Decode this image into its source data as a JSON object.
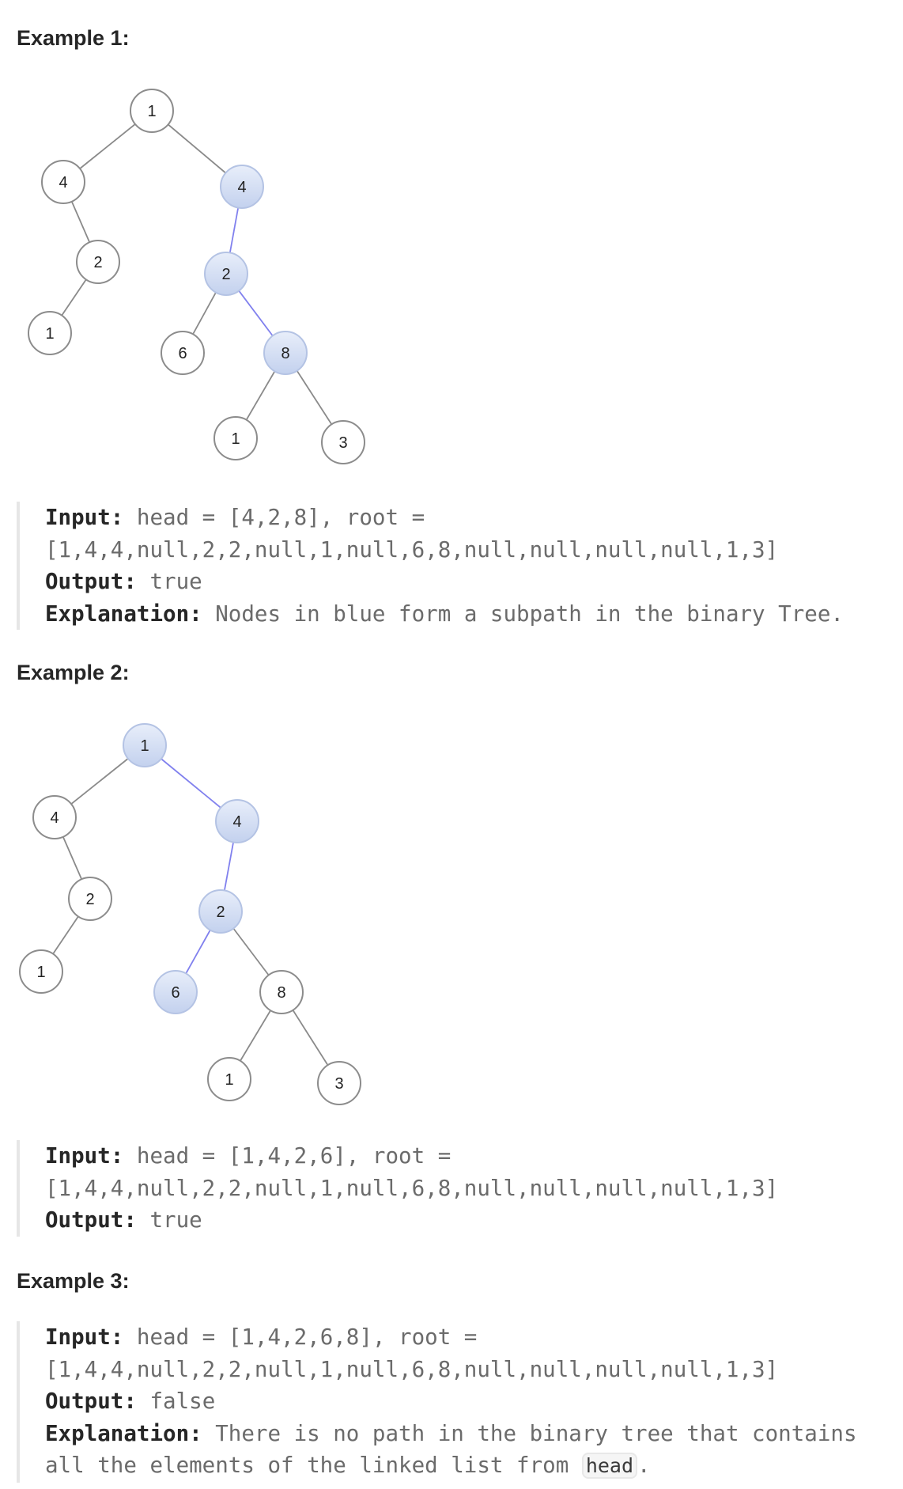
{
  "colors": {
    "edge": "#8a8a8a",
    "highlight_edge": "#8080ee",
    "node_stroke": "#8c8c8c",
    "highlight_fill_top": "#e8eefa",
    "highlight_fill_bottom": "#c3d1ee"
  },
  "examples": [
    {
      "title": "Example 1:",
      "tree": {
        "nodes": [
          {
            "id": "a",
            "label": "1"
          },
          {
            "id": "b",
            "label": "4"
          },
          {
            "id": "c",
            "label": "4",
            "hl": true
          },
          {
            "id": "d",
            "label": "2"
          },
          {
            "id": "e",
            "label": "2",
            "hl": true
          },
          {
            "id": "f",
            "label": "1"
          },
          {
            "id": "g",
            "label": "6"
          },
          {
            "id": "h",
            "label": "8",
            "hl": true
          },
          {
            "id": "i",
            "label": "1"
          },
          {
            "id": "j",
            "label": "3"
          }
        ],
        "edges": [
          [
            "a",
            "b"
          ],
          [
            "a",
            "c"
          ],
          [
            "b",
            "d"
          ],
          [
            "d",
            "f"
          ],
          [
            "c",
            "e",
            true
          ],
          [
            "e",
            "g"
          ],
          [
            "e",
            "h",
            true
          ],
          [
            "h",
            "i"
          ],
          [
            "h",
            "j"
          ]
        ]
      },
      "input_label": "Input:",
      "input_line1": " head = [4,2,8], root =",
      "input_line2": "[1,4,4,null,2,2,null,1,null,6,8,null,null,null,null,1,3]",
      "output_label": "Output:",
      "output_value": " true",
      "explanation_label": "Explanation:",
      "explanation": " Nodes in blue form a subpath in the binary Tree."
    },
    {
      "title": "Example 2:",
      "tree": {
        "nodes": [
          {
            "id": "a",
            "label": "1",
            "hl": true
          },
          {
            "id": "b",
            "label": "4"
          },
          {
            "id": "c",
            "label": "4",
            "hl": true
          },
          {
            "id": "d",
            "label": "2"
          },
          {
            "id": "e",
            "label": "2",
            "hl": true
          },
          {
            "id": "f",
            "label": "1"
          },
          {
            "id": "g",
            "label": "6",
            "hl": true
          },
          {
            "id": "h",
            "label": "8"
          },
          {
            "id": "i",
            "label": "1"
          },
          {
            "id": "j",
            "label": "3"
          }
        ],
        "edges": [
          [
            "a",
            "b"
          ],
          [
            "a",
            "c",
            true
          ],
          [
            "b",
            "d"
          ],
          [
            "d",
            "f"
          ],
          [
            "c",
            "e",
            true
          ],
          [
            "e",
            "g",
            true
          ],
          [
            "e",
            "h"
          ],
          [
            "h",
            "i"
          ],
          [
            "h",
            "j"
          ]
        ]
      },
      "input_label": "Input:",
      "input_line1": " head = [1,4,2,6], root =",
      "input_line2": "[1,4,4,null,2,2,null,1,null,6,8,null,null,null,null,1,3]",
      "output_label": "Output:",
      "output_value": " true"
    },
    {
      "title": "Example 3:",
      "input_label": "Input:",
      "input_line1": " head = [1,4,2,6,8], root =",
      "input_line2": "[1,4,4,null,2,2,null,1,null,6,8,null,null,null,null,1,3]",
      "output_label": "Output:",
      "output_value": " false",
      "explanation_label": "Explanation:",
      "explanation_line1": " There is no path in the binary tree that contains",
      "explanation_line2": "all the elements of the linked list from ",
      "explanation_code": "head",
      "explanation_end": "."
    }
  ]
}
